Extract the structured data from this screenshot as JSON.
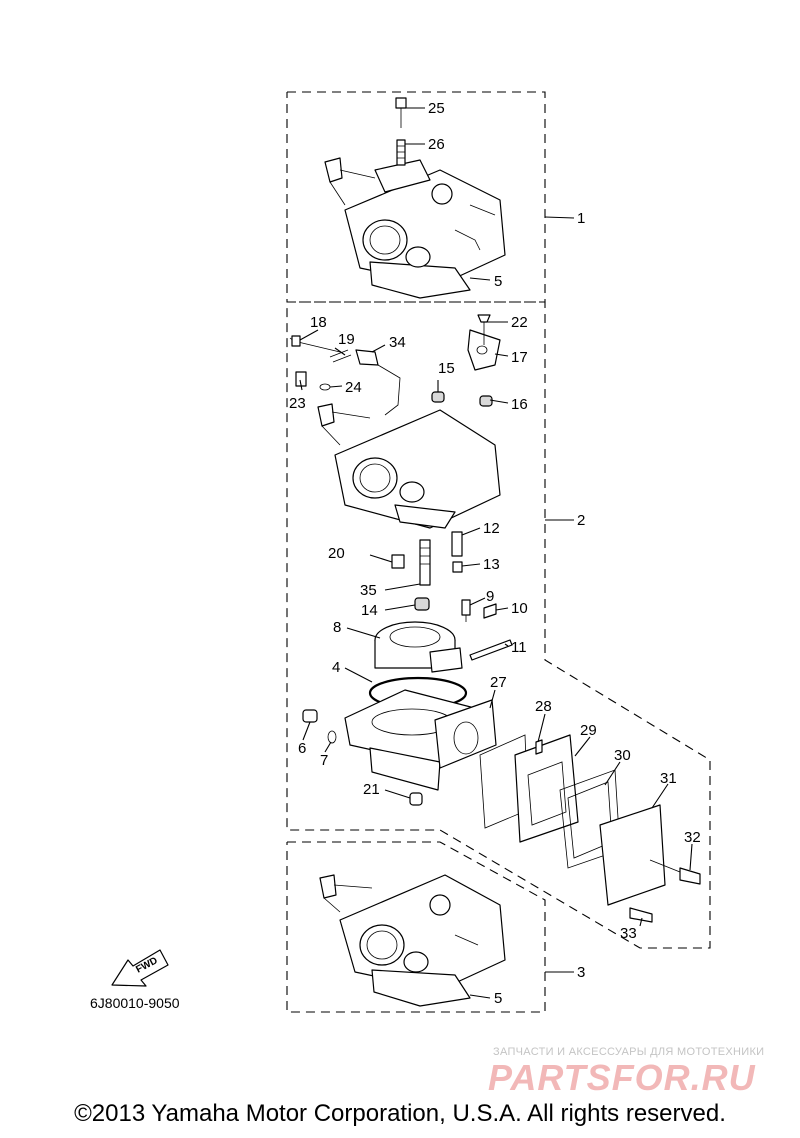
{
  "diagram": {
    "callouts": [
      {
        "id": "1",
        "label": "1"
      },
      {
        "id": "2",
        "label": "2"
      },
      {
        "id": "3",
        "label": "3"
      },
      {
        "id": "4",
        "label": "4"
      },
      {
        "id": "5a",
        "label": "5"
      },
      {
        "id": "5b",
        "label": "5"
      },
      {
        "id": "6",
        "label": "6"
      },
      {
        "id": "7",
        "label": "7"
      },
      {
        "id": "8",
        "label": "8"
      },
      {
        "id": "9",
        "label": "9"
      },
      {
        "id": "10",
        "label": "10"
      },
      {
        "id": "11",
        "label": "11"
      },
      {
        "id": "12",
        "label": "12"
      },
      {
        "id": "13",
        "label": "13"
      },
      {
        "id": "14",
        "label": "14"
      },
      {
        "id": "15",
        "label": "15"
      },
      {
        "id": "16",
        "label": "16"
      },
      {
        "id": "17",
        "label": "17"
      },
      {
        "id": "18",
        "label": "18"
      },
      {
        "id": "19",
        "label": "19"
      },
      {
        "id": "20",
        "label": "20"
      },
      {
        "id": "21",
        "label": "21"
      },
      {
        "id": "22",
        "label": "22"
      },
      {
        "id": "23",
        "label": "23"
      },
      {
        "id": "24",
        "label": "24"
      },
      {
        "id": "25",
        "label": "25"
      },
      {
        "id": "26",
        "label": "26"
      },
      {
        "id": "27",
        "label": "27"
      },
      {
        "id": "28",
        "label": "28"
      },
      {
        "id": "29",
        "label": "29"
      },
      {
        "id": "30",
        "label": "30"
      },
      {
        "id": "31",
        "label": "31"
      },
      {
        "id": "32",
        "label": "32"
      },
      {
        "id": "33",
        "label": "33"
      },
      {
        "id": "34",
        "label": "34"
      },
      {
        "id": "35",
        "label": "35"
      }
    ],
    "fwd_label": "FWD",
    "reference_code": "6J80010-9050"
  },
  "watermark": {
    "line1": "ЗАПЧАСТИ И АКСЕССУАРЫ ДЛЯ МОТОТЕХНИКИ",
    "line2": "PARTSFOR.RU"
  },
  "copyright": "©2013 Yamaha Motor Corporation, U.S.A. All rights reserved."
}
